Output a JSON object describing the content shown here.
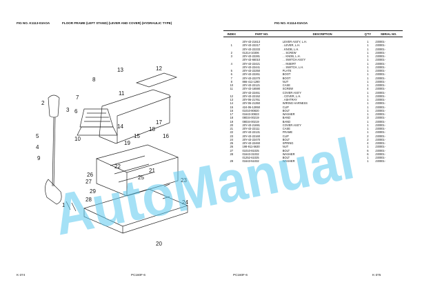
{
  "left_page": {
    "fig_no": "FIG NO. K1113-03AOA",
    "fig_title": "FLOOR FRAME (LEFT STAND) (LEVER AND COVER) (HYDRAULIC TYPE)",
    "page_number": "K-374",
    "model": "PC160F-6",
    "callouts": [
      "1",
      "2",
      "3",
      "4",
      "5",
      "6",
      "7",
      "8",
      "9",
      "10",
      "11",
      "12",
      "13",
      "14",
      "15",
      "16",
      "17",
      "18",
      "19",
      "20",
      "21",
      "22",
      "23",
      "24",
      "25",
      "26",
      "27",
      "28",
      "29"
    ]
  },
  "right_page": {
    "fig_no": "FIG NO. K1114-03AOA",
    "page_number": "K-375",
    "model": "PC160F-6",
    "headers": {
      "index": "INDEX",
      "part_no": "PART NO.",
      "description": "DESCRIPTION",
      "qty": "Q'TY",
      "serial_no": "SERIAL NO."
    },
    "rows": [
      {
        "index": "",
        "part_no": "20Y-43-21613",
        "description": "LEVER ASS'Y, L.H.",
        "qty": "1",
        "serial": "J30001-"
      },
      {
        "index": "1",
        "part_no": "20Y-43-22217",
        "description": ". LEVER, L.H.",
        "qty": "1",
        "serial": "J30001-"
      },
      {
        "index": "",
        "part_no": "20Y-43-22233",
        "description": ". KNOB, L.H.",
        "qty": "1",
        "serial": "J30001-"
      },
      {
        "index": "2",
        "part_no": "01314-10306",
        "description": ". . SCREW",
        "qty": "1",
        "serial": "J30001-"
      },
      {
        "index": "3",
        "part_no": "20Y-43-22281",
        "description": ". . KNOB, L.H.",
        "qty": "1",
        "serial": "J30001-"
      },
      {
        "index": "",
        "part_no": "20Y-43-66010",
        "description": ". . SWITCH ASS'Y",
        "qty": "1",
        "serial": "J30001-"
      },
      {
        "index": "4",
        "part_no": "20Y-43-22421",
        "description": ". . INSERT",
        "qty": "1",
        "serial": "J30001-"
      },
      {
        "index": "",
        "part_no": "20Y-43-22441",
        "description": ". . SWITCH, L.H.",
        "qty": "1",
        "serial": "J30001-"
      },
      {
        "index": "5",
        "part_no": "20Y-43-22250",
        "description": "PLATE",
        "qty": "1",
        "serial": "J30001-"
      },
      {
        "index": "6",
        "part_no": "20Y-43-22261",
        "description": "BOOT",
        "qty": "1",
        "serial": "J30001-"
      },
      {
        "index": "7",
        "part_no": "20Y-43-22270",
        "description": "BOOT",
        "qty": "1",
        "serial": "J30001-"
      },
      {
        "index": "8",
        "part_no": "866-411-1280",
        "description": "NUT",
        "qty": "1",
        "serial": "J30001-"
      },
      {
        "index": "10",
        "part_no": "20Y-43-22121",
        "description": "CASE",
        "qty": "1",
        "serial": "J30001-"
      },
      {
        "index": "11",
        "part_no": "20Y-43-16590",
        "description": "SCREW",
        "qty": "4",
        "serial": "J30001-"
      },
      {
        "index": "",
        "part_no": "20Y-43-22461",
        "description": "COVER ASS'Y",
        "qty": "1",
        "serial": "J30001-"
      },
      {
        "index": "12",
        "part_no": "20Y-43-22152",
        "description": ". COVER, L.H.",
        "qty": "1",
        "serial": "J30001-"
      },
      {
        "index": "13",
        "part_no": "20Y-06-21761",
        "description": ". ASHTRAY",
        "qty": "1",
        "serial": "J30001-"
      },
      {
        "index": "14",
        "part_no": "20Y-06-21350",
        "description": "WIRING HARNESS",
        "qty": "1",
        "serial": "J30001-"
      },
      {
        "index": "15",
        "part_no": "424-06-12850",
        "description": "CLIP",
        "qty": "1",
        "serial": "J30001-"
      },
      {
        "index": "16",
        "part_no": "01010-80820",
        "description": "BOLT",
        "qty": "1",
        "serial": "J30001-"
      },
      {
        "index": "17",
        "part_no": "01643-30823",
        "description": "WASHER",
        "qty": "1",
        "serial": "J30001-"
      },
      {
        "index": "18",
        "part_no": "08034-00219",
        "description": "BAND",
        "qty": "3",
        "serial": "J30001-"
      },
      {
        "index": "19",
        "part_no": "08034-00219",
        "description": "BAND",
        "qty": "1",
        "serial": "J30001-"
      },
      {
        "index": "20",
        "part_no": "20Y-43-21691",
        "description": "COVER ASS'Y",
        "qty": "1",
        "serial": "J30001-"
      },
      {
        "index": "21",
        "part_no": "20Y-43-22111",
        "description": "CASE",
        "qty": "1",
        "serial": "J30001-"
      },
      {
        "index": "22",
        "part_no": "20Y-43-22131",
        "description": "FRAME",
        "qty": "1",
        "serial": "J30001-"
      },
      {
        "index": "23",
        "part_no": "20Y-43-22160",
        "description": "CLIP",
        "qty": "2",
        "serial": "J30001-"
      },
      {
        "index": "24",
        "part_no": "20Y-43-22470",
        "description": "BOLT",
        "qty": "2",
        "serial": "J30001-"
      },
      {
        "index": "25",
        "part_no": "20Y-43-22460",
        "description": "SPRING",
        "qty": "4",
        "serial": "J30001-"
      },
      {
        "index": "26",
        "part_no": "198-911-5630",
        "description": "NUT",
        "qty": "1",
        "serial": "J30001-"
      },
      {
        "index": "27",
        "part_no": "01010-81025",
        "description": "BOLT",
        "qty": "6",
        "serial": "J30001-"
      },
      {
        "index": "28",
        "part_no": "01643-31032",
        "description": "WASHER",
        "qty": "6",
        "serial": "J30001-"
      },
      {
        "index": "",
        "part_no": "01252-61025",
        "description": "BOLT",
        "qty": "1",
        "serial": "J30001-"
      },
      {
        "index": "29",
        "part_no": "01643-51032",
        "description": "WASHER",
        "qty": "1",
        "serial": "J30001-"
      }
    ]
  },
  "watermark": {
    "text": "AutoManual",
    "color": "#5bc8ee"
  }
}
